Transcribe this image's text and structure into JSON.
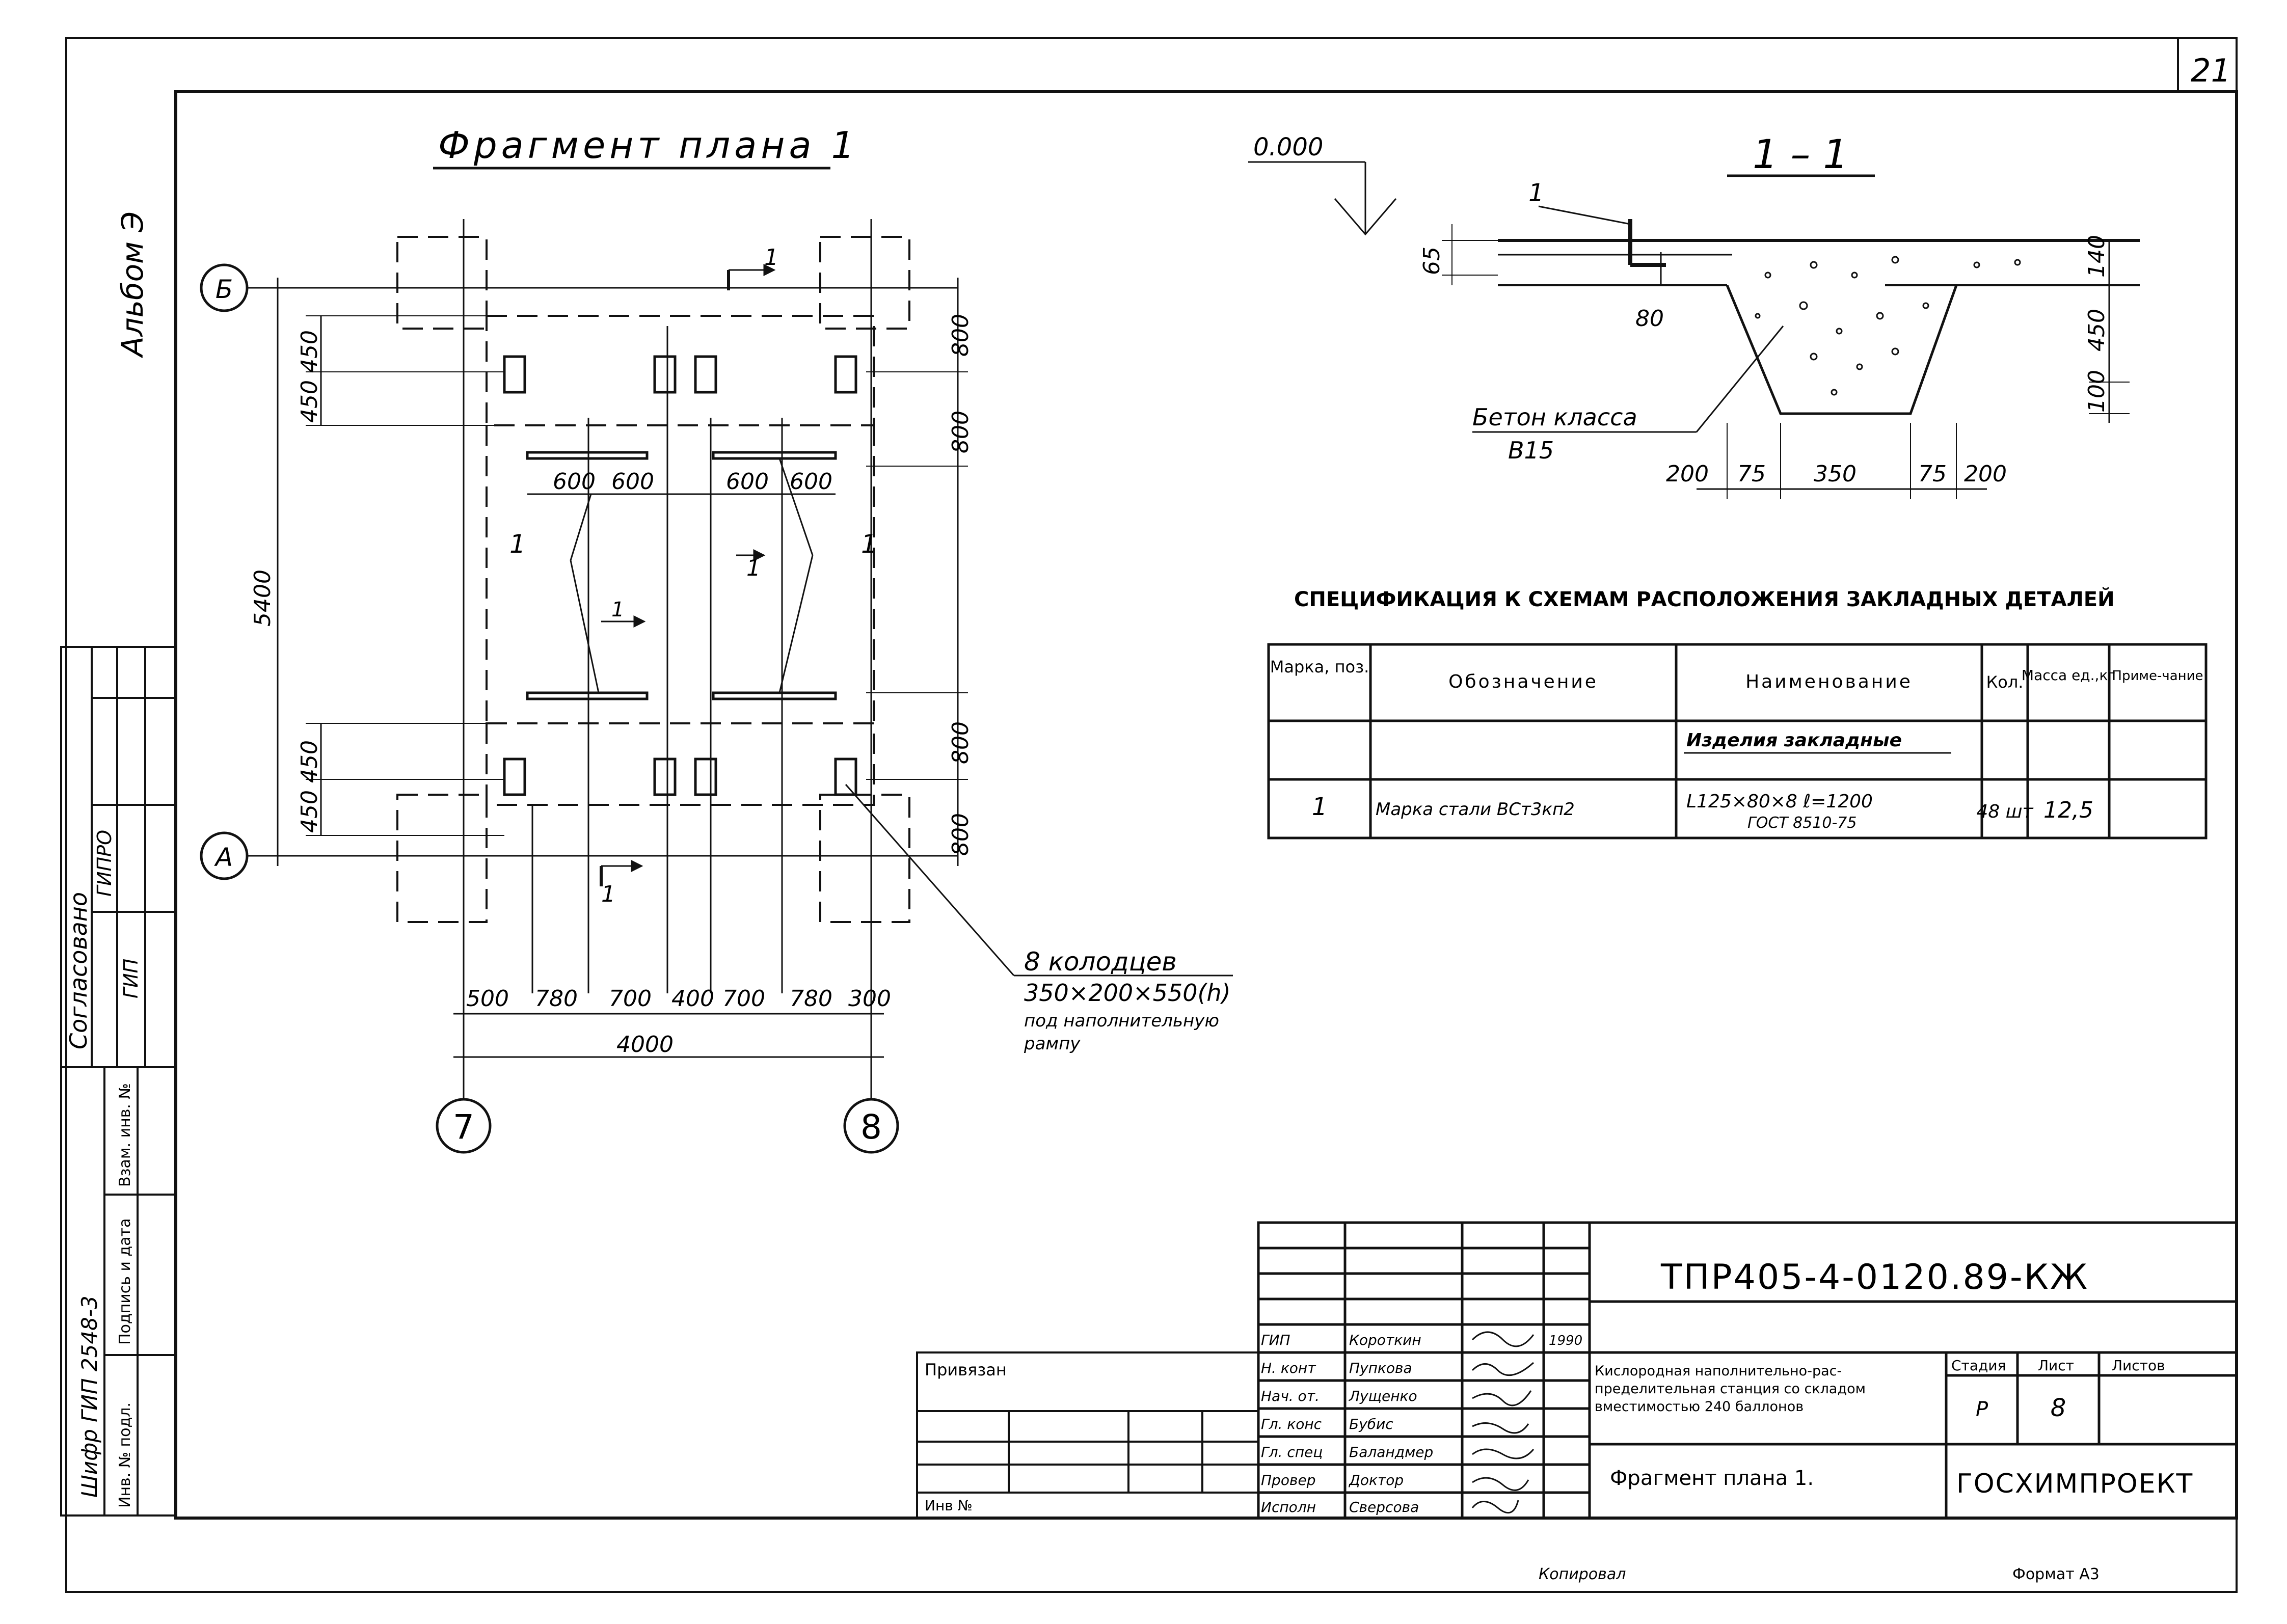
{
  "sheet": {
    "number": "21",
    "album": "Альбом Э",
    "format": "Формат А3",
    "copied": "Копировал"
  },
  "plan": {
    "title": "Фрагмент плана 1",
    "axis_b": "Б",
    "axis_a": "А",
    "axis_7": "7",
    "axis_8": "8",
    "dim_5400": "5400",
    "dim_800a": "800",
    "dim_800b": "800",
    "dim_800c": "800",
    "dim_800d": "800",
    "dim_450_top": "450 450",
    "dim_450_bot": "450 450",
    "dims_600": [
      "600",
      "600",
      "600",
      "600"
    ],
    "bottom_dims": [
      "500",
      "780",
      "700",
      "400",
      "700",
      "780",
      "300"
    ],
    "dim_4000": "4000",
    "cut_mark": "1",
    "callout_1": "1",
    "wells_line1": "8 колодцев",
    "wells_line2": "350×200×550(h)",
    "wells_line3": "под наполнительную",
    "wells_line4": "рампу"
  },
  "section": {
    "title": "1 – 1",
    "level": "0.000",
    "item": "1",
    "dim_65": "65",
    "dim_80": "80",
    "dim_140": "140",
    "dim_450": "450",
    "dim_100": "100",
    "concrete_line1": "Бетон класса",
    "concrete_line2": "В15",
    "bottom_dims": [
      "200",
      "75",
      "350",
      "75",
      "200"
    ]
  },
  "spec": {
    "title": "СПЕЦИФИКАЦИЯ К СХЕМАМ РАСПОЛОЖЕНИЯ ЗАКЛАДНЫХ ДЕТАЛЕЙ",
    "headers": [
      "Марка, поз.",
      "Обозначение",
      "Наименование",
      "Кол.",
      "Масса ед.,кг",
      "Приме-чание"
    ],
    "group": "Изделия закладные",
    "row": {
      "pos": "1",
      "designation": "Марка стали ВСт3кп2",
      "name1": "L125×80×8  ℓ=1200",
      "name2": "ГОСТ 8510-75",
      "qty": "48 шт",
      "mass": "12,5",
      "note": ""
    }
  },
  "left_strip": {
    "agreed": "Согласовано",
    "r1": "ГИПРО",
    "r2": "ГИП",
    "s1": "Шифр ГИП 2548-3",
    "vzam": "Взам. инв. №",
    "podp": "Подпись и дата",
    "inv": "Инв. № подл."
  },
  "stamp": {
    "code": "ТПР405-4-0120.89-КЖ",
    "privyazan": "Привязан",
    "inv_no": "Инв №",
    "roles": [
      "ГИП",
      "Н. конт",
      "Нач. от.",
      "Гл. конс",
      "Гл. спец",
      "Провер",
      "Исполн"
    ],
    "names": [
      "Короткин",
      "Пупкова",
      "Лущенко",
      "Бубис",
      "Баландмер",
      "Доктор",
      "Сверсова"
    ],
    "date": "1990",
    "project_line1": "Кислородная наполнительно-рас-",
    "project_line2": "пределительная станция со складом",
    "project_line3": "вместимостью 240 баллонов",
    "sheet_title": "Фрагмент плана 1.",
    "stage_label": "Стадия",
    "list_label": "Лист",
    "lists_label": "Листов",
    "stage": "Р",
    "list": "8",
    "org": "ГОСХИМПРОЕКТ"
  }
}
